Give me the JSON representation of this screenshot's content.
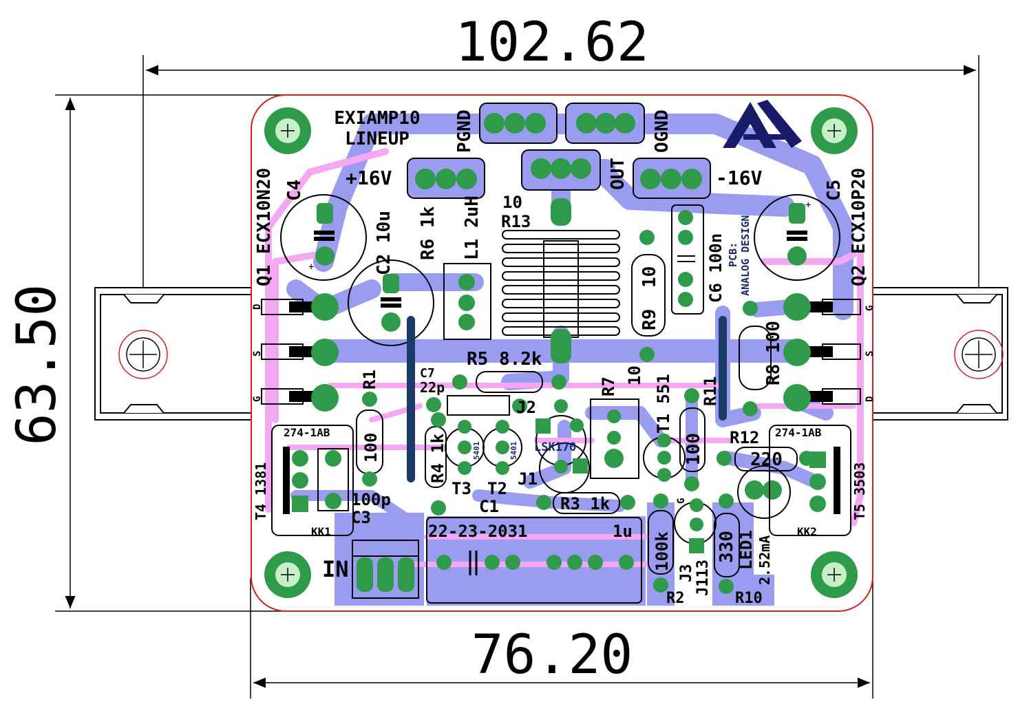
{
  "dimensions": {
    "top_width": "102.62",
    "bottom_width": "76.20",
    "height": "63.50"
  },
  "board": {
    "title_line1": "EXIAMP10",
    "title_line2": "LINEUP",
    "pcb_credit_line1": "PCB:",
    "pcb_credit_line2": "ANALOG DESIGN",
    "colors": {
      "outline": "#d22020",
      "back_copper": "#9a9cf0",
      "front_copper_silk": "#f4a8f4",
      "pad": "#2e9a4a"
    }
  },
  "connectors": {
    "pgnd": "PGND",
    "ognd": "OGND",
    "out": "OUT",
    "plus16": "+16V",
    "minus16": "-16V",
    "in": "IN"
  },
  "components": {
    "c4": "C4",
    "c5": "C5",
    "q1": "Q1 ECX10N20",
    "q2": "Q2 ECX10P20",
    "c2": "C2 10u",
    "r6": "R6 1k",
    "l1": "L1 2uH",
    "r13_value": "10",
    "r13": "R13",
    "r9": "R9",
    "r9_value": "10",
    "c6": "C6 100n",
    "r8": "R8 100",
    "r5": "R5 8.2k",
    "c7": "C7",
    "c7_value": "22p",
    "r7": "R7",
    "r7_value": "10",
    "t1": "T1 551",
    "r11": "R11",
    "r1": "R1",
    "r1_value": "100",
    "j2": "J2",
    "lsk": "LSK170",
    "j1": "J1",
    "r4": "R4 1k",
    "t3": "T3",
    "t2": "T2",
    "t2_chip": "5401",
    "t3_chip": "5401",
    "r12": "R12",
    "r12_value": "220",
    "r3": "R3 1k",
    "c1": "C1",
    "c1_part": "22-23-2031",
    "c1_value": "1u",
    "c3_value": "100p",
    "c3": "C3",
    "hs1": "274-1AB",
    "hs2": "274-1AB",
    "t4": "T4 1381",
    "t5": "T5 3503",
    "kk1": "KK1",
    "kk2": "KK2",
    "r10_value": "100",
    "r2_value": "100k",
    "r2": "R2",
    "r10_value2": "330",
    "led1": "LED1",
    "led1_current": "2.52mA",
    "j3": "J3",
    "j3_part": "J113",
    "r10": "R10",
    "pin_d": "D",
    "pin_s": "S",
    "pin_g": "G",
    "g_mark": "G"
  }
}
